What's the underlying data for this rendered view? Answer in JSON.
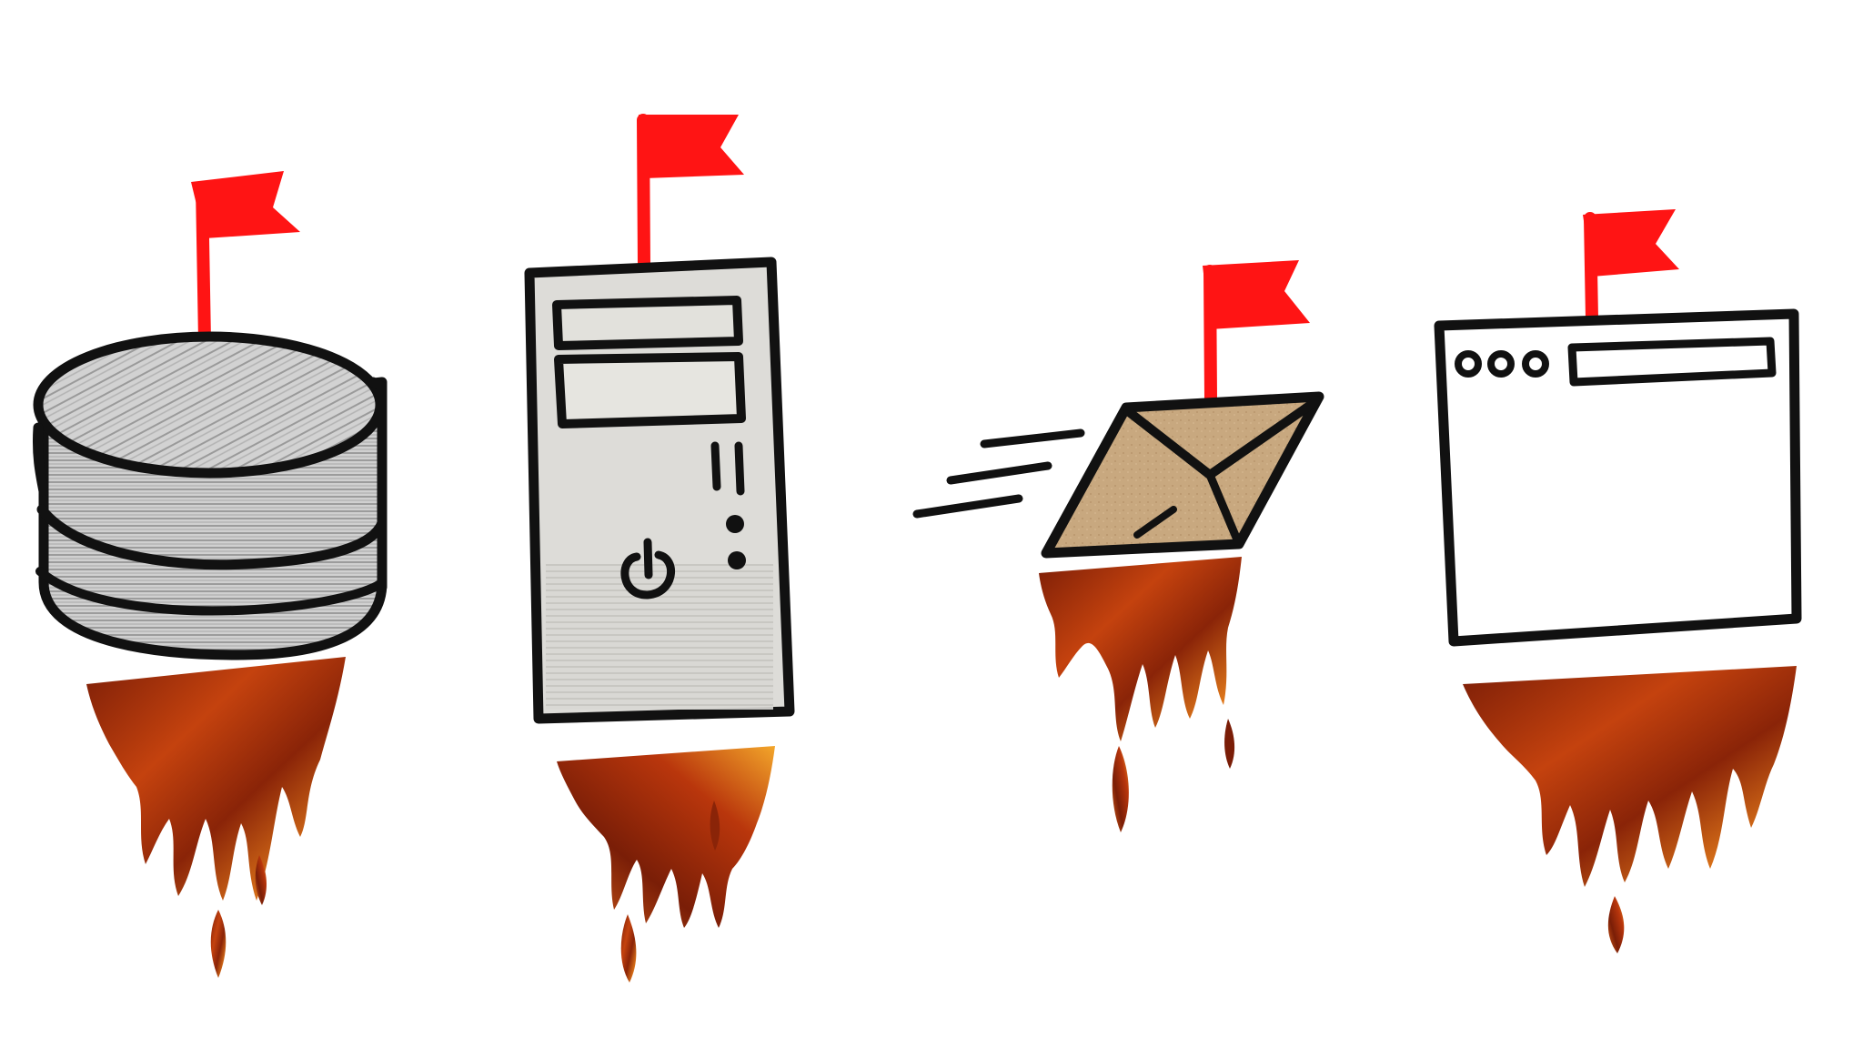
{
  "scene": {
    "background": "#ffffff",
    "items": [
      {
        "name": "database",
        "icon": "database-icon",
        "flag_color": "#ff1414",
        "status": "on-fire"
      },
      {
        "name": "server",
        "icon": "server-tower-icon",
        "flag_color": "#ff1414",
        "status": "on-fire"
      },
      {
        "name": "email",
        "icon": "envelope-icon",
        "flag_color": "#ff1414",
        "status": "on-fire",
        "motion": "speed-lines"
      },
      {
        "name": "browser-window",
        "icon": "browser-window-icon",
        "flag_color": "#ff1414",
        "status": "on-fire"
      }
    ]
  },
  "colors": {
    "outline": "#111111",
    "flag": "#ff1414",
    "metal": "#c9c9c9",
    "case": "#dcdcd8",
    "envelope": "#c6a67e",
    "fire_dark": "#6e1a06",
    "fire_mid": "#c8440f",
    "fire_light": "#f39a22"
  }
}
